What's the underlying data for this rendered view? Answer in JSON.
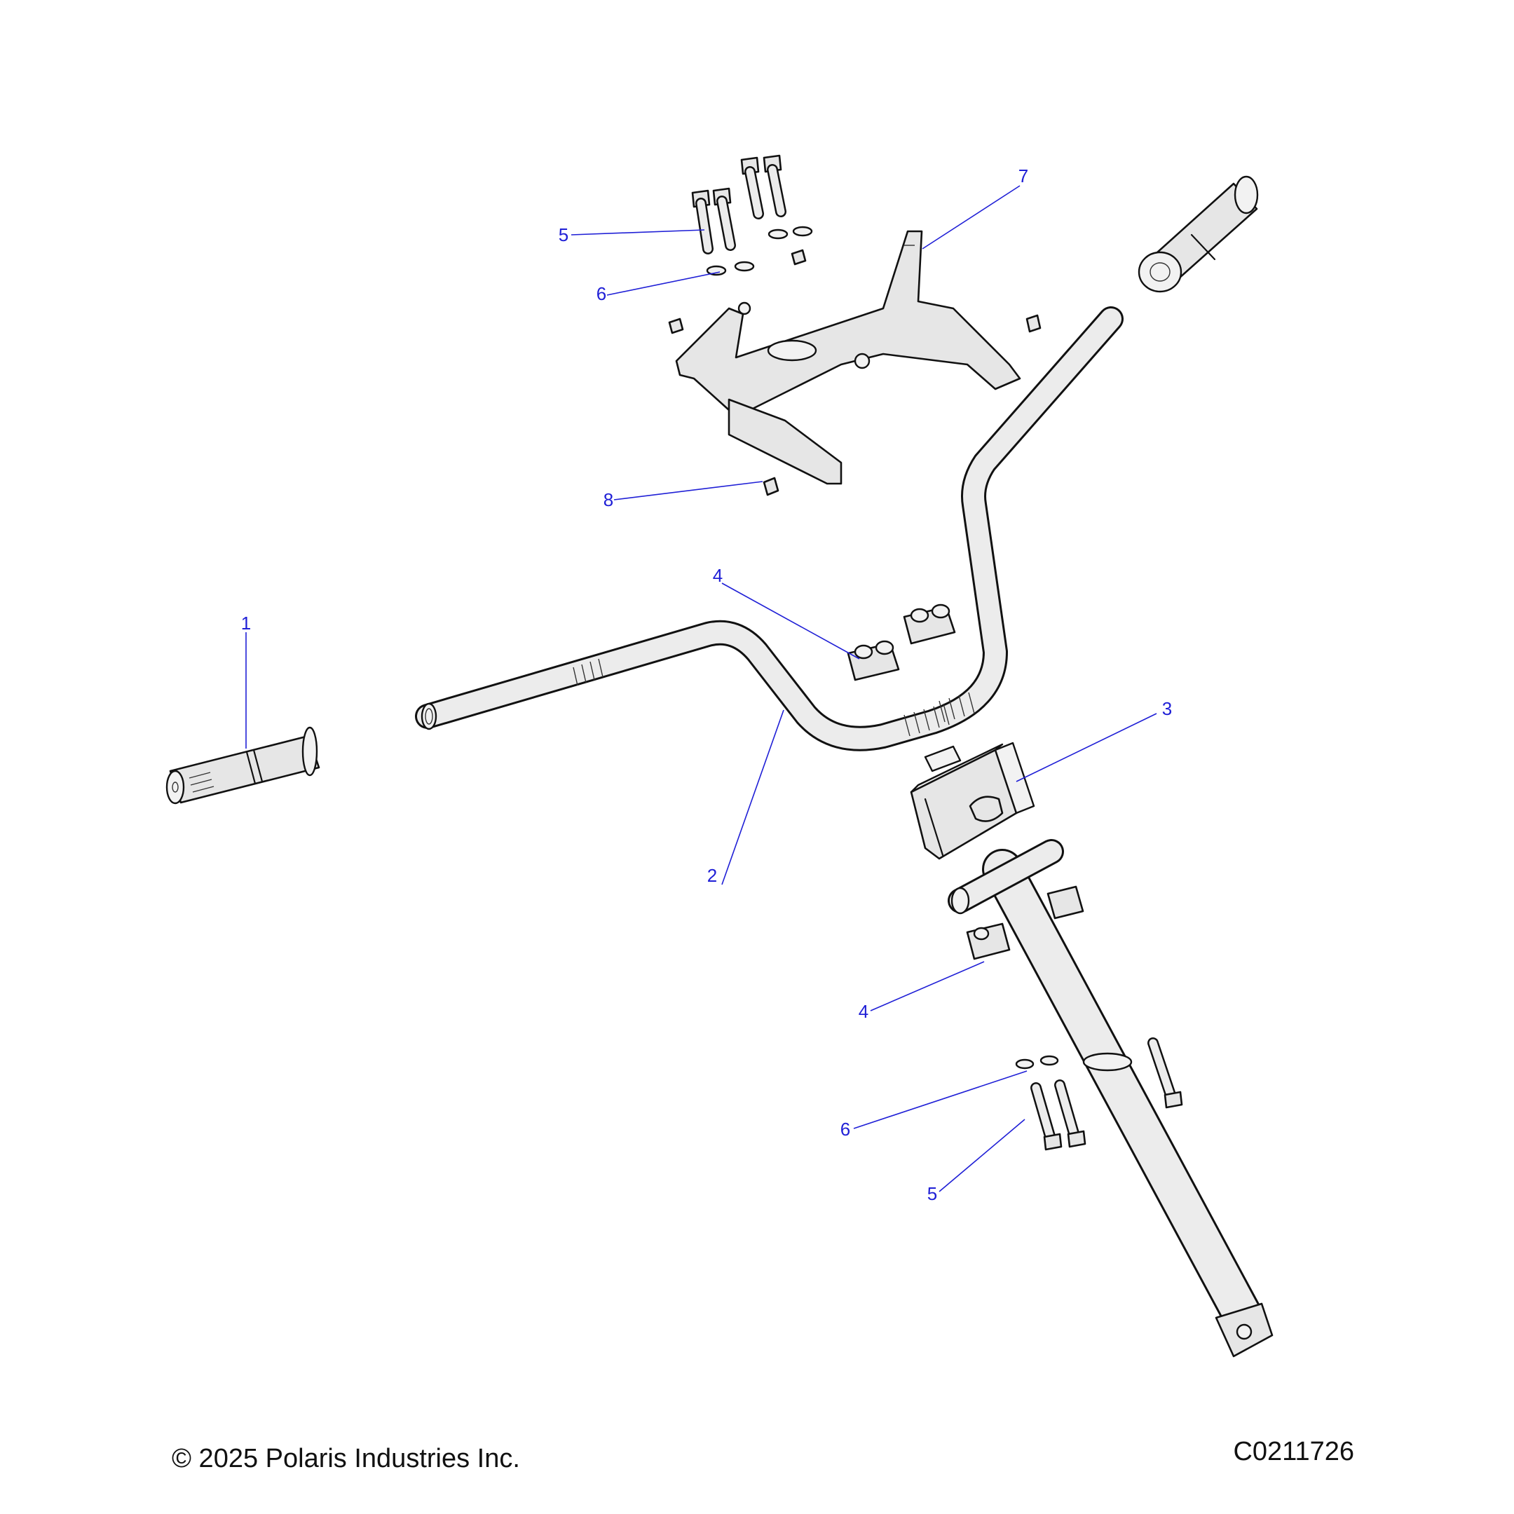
{
  "diagram": {
    "callouts": [
      {
        "id": "c1",
        "label": "1"
      },
      {
        "id": "c2",
        "label": "2"
      },
      {
        "id": "c3",
        "label": "3"
      },
      {
        "id": "c4a",
        "label": "4"
      },
      {
        "id": "c4b",
        "label": "4"
      },
      {
        "id": "c5a",
        "label": "5"
      },
      {
        "id": "c5b",
        "label": "5"
      },
      {
        "id": "c6a",
        "label": "6"
      },
      {
        "id": "c6b",
        "label": "6"
      },
      {
        "id": "c7",
        "label": "7"
      },
      {
        "id": "c8",
        "label": "8"
      }
    ],
    "callout_color": "#1f1fd6",
    "line_color": "#111111"
  },
  "footer": {
    "copyright": "© 2025 Polaris Industries Inc.",
    "drawing_id": "C0211726"
  }
}
